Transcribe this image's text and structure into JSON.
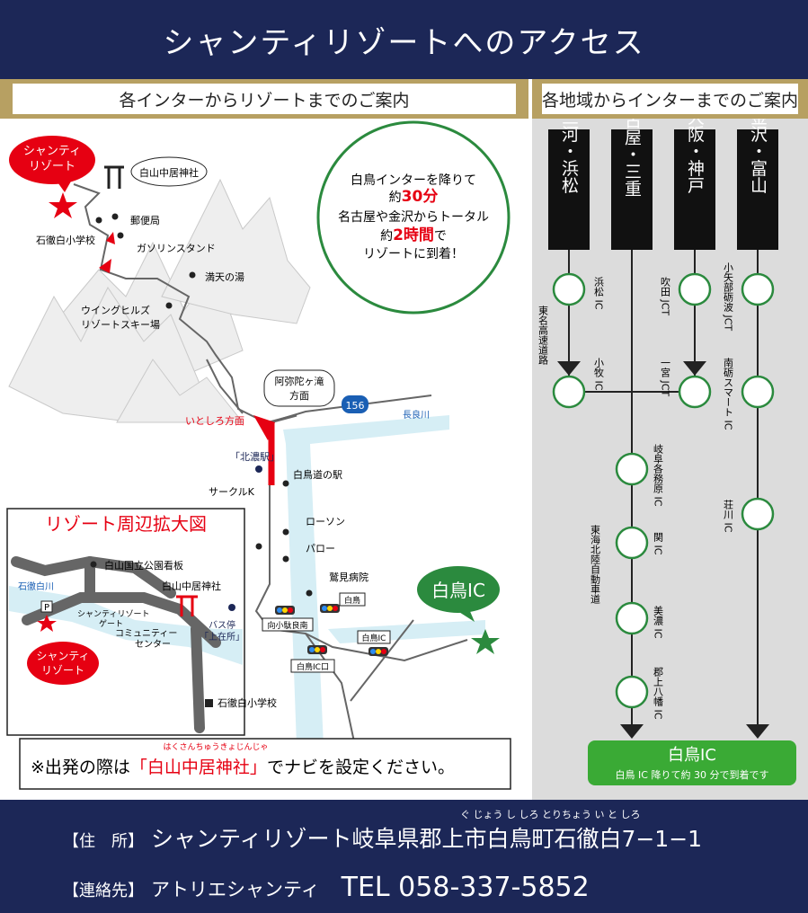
{
  "title": "シャンティリゾートへのアクセス",
  "left_section_title": "各インターからリゾートまでのご案内",
  "right_section_title": "各地域からインターまでのご案内",
  "callout": {
    "line1": "白鳥インターを降りて",
    "line2_pre": "約",
    "line2_bold": "30分",
    "line3": "名古屋や金沢からトータル",
    "line4_pre": "約",
    "line4_bold": "2時間",
    "line4_post": "で",
    "line5": "リゾートに到着！"
  },
  "map_labels": {
    "resort": "シャンティ\nリゾート",
    "shrine": "白山中居神社",
    "post_office": "郵便局",
    "school": "石徹白小学校",
    "gas_station": "ガソリンスタンド",
    "onsen": "満天の湯",
    "ski": "ウイングヒルズ\nリゾートスキー場",
    "waterfall": "阿弥陀ヶ滝\n方面",
    "itoshiro": "いとしろ方面",
    "route_no": "156",
    "river": "長良川",
    "hokuno": "「北濃駅」",
    "circle_k": "サークルK",
    "michi_no_eki": "白鳥道の駅",
    "lawson": "ローソン",
    "pallo": "パロー",
    "hospital": "鷲見病院",
    "shirotori_signal": "白鳥",
    "mukaikozaki": "向小駄良南",
    "shirotori_ic_signal": "白鳥IC",
    "shirotori_ic_mouth": "白鳥IC口",
    "shirotori_ic": "白鳥IC"
  },
  "inset": {
    "title": "リゾート周辺拡大図",
    "park_sign": "白山国立公園看板",
    "river": "石徹白川",
    "gate": "シャンティリゾート\nゲート",
    "shrine": "白山中居神社",
    "bus_stop": "バス停\n「上在所」",
    "community": "コミュニティー\nセンター",
    "resort": "シャンティ\nリゾート",
    "school": "石徹白小学校",
    "parking": "P"
  },
  "navi_note": {
    "pre": "※出発の際は",
    "highlight": "「白山中居神社」",
    "ruby": "はくさんちゅうきょじんじゃ",
    "post": "でナビを設定ください。"
  },
  "regions": [
    "三河・浜松",
    "名古屋・三重",
    "大阪・神戸",
    "金沢・富山"
  ],
  "interchanges": {
    "hamamatsu": "浜松\nIC",
    "suita": "吹田\nJCT",
    "koakibou": "小矢部砺波\nJCT",
    "komaki": "小牧\nIC",
    "ichinomiya": "一宮\nJCT",
    "nanto": "南砺スマート\nIC",
    "gifu_kakamigahara": "岐阜各務原\nIC",
    "shokawa": "荘川\nIC",
    "seki": "関\nIC",
    "mino": "美濃\nIC",
    "gujo": "郡上八幡\nIC",
    "tomei": "東名高速道路",
    "tokai_hokuriku": "東海北陸自動車道"
  },
  "ic_box": {
    "title": "白鳥IC",
    "sub": "白鳥 IC 降りて約 30 分で到着です"
  },
  "footer": {
    "address_label": "【住　所】",
    "address": "シャンティリゾート岐阜県郡上市白鳥町石徹白7−1−1",
    "address_ruby": "ぐ じょう し しろ とりちょう い と しろ",
    "contact_label": "【連絡先】",
    "contact": "アトリエシャンティ",
    "tel": "TEL 058-337-5852"
  },
  "colors": {
    "navy": "#1c2757",
    "gold": "#b7a062",
    "red": "#e60012",
    "green": "#2b8a3e",
    "bright_green": "#3aaa35",
    "gray": "#dcdcdc",
    "river": "#d6eef5"
  }
}
